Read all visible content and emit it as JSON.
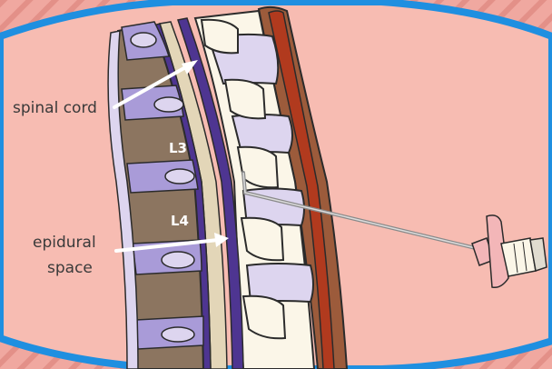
{
  "labels": {
    "spinal_cord": "spinal cord",
    "l3": "L3",
    "l4": "L4",
    "epidural_line1": "epidural",
    "epidural_line2": "space"
  },
  "colors": {
    "background": "#f7bcb2",
    "border_blue": "#1f8fe0",
    "outer_stripes": "#e89890",
    "vertebral_body": "#8c7560",
    "disc": "#a99bd8",
    "dura": "#4e3591",
    "csf": "#e3d6b8",
    "spinous_process": "#fbf6e8",
    "ligament": "#b13a1e",
    "skin": "#9c5b3b",
    "needle_hub": "#f3b6b8"
  }
}
